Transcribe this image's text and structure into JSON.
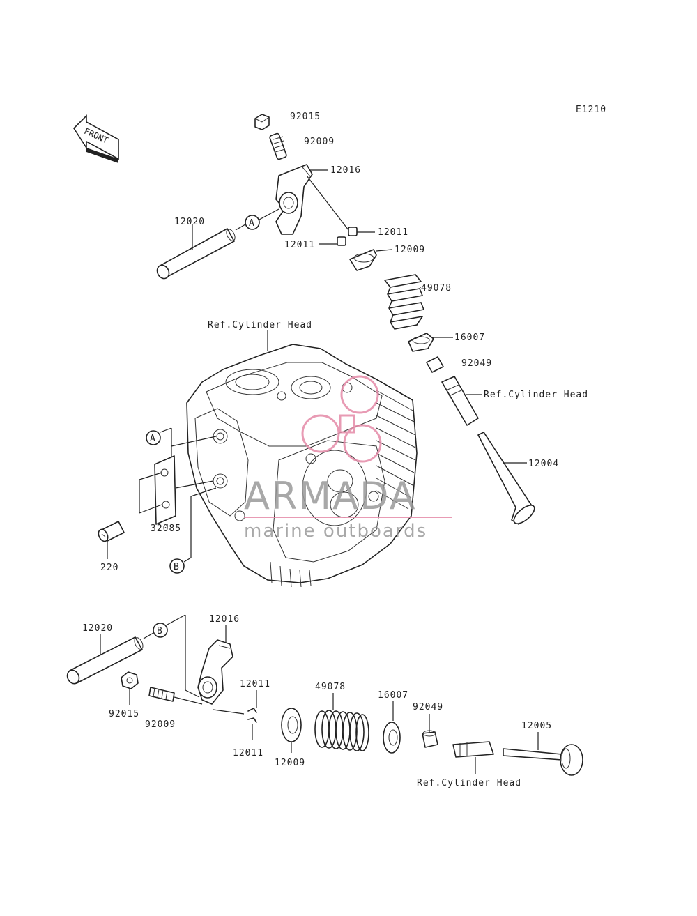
{
  "diagram": {
    "code": "E1210",
    "front_label": "FRONT",
    "upper_labels": {
      "p92015": "92015",
      "p92009": "92009",
      "p12016": "12016",
      "p12011_right": "12011",
      "p12011_left": "12011",
      "p12009": "12009",
      "p12020": "12020",
      "p49078": "49078",
      "p16007": "16007",
      "p92049": "92049",
      "ref_head_guide": "Ref.Cylinder Head",
      "p12004": "12004",
      "callout_a": "A"
    },
    "head_labels": {
      "ref_cylinder_head": "Ref.Cylinder Head",
      "callout_a": "A",
      "callout_b": "B",
      "p32085": "32085",
      "p220": "220"
    },
    "lower_labels": {
      "p12020": "12020",
      "callout_b": "B",
      "p12016": "12016",
      "p12011_top": "12011",
      "p92015": "92015",
      "p92009": "92009",
      "p12011_bottom": "12011",
      "p12009": "12009",
      "p49078": "49078",
      "p16007": "16007",
      "p92049": "92049",
      "p12005": "12005",
      "ref_head_guide": "Ref.Cylinder Head"
    }
  },
  "watermark": {
    "brand": "ARMADA",
    "tagline": "marine outboards",
    "accent_color": "#e58aa8",
    "text_color": "#9a9a9a"
  }
}
